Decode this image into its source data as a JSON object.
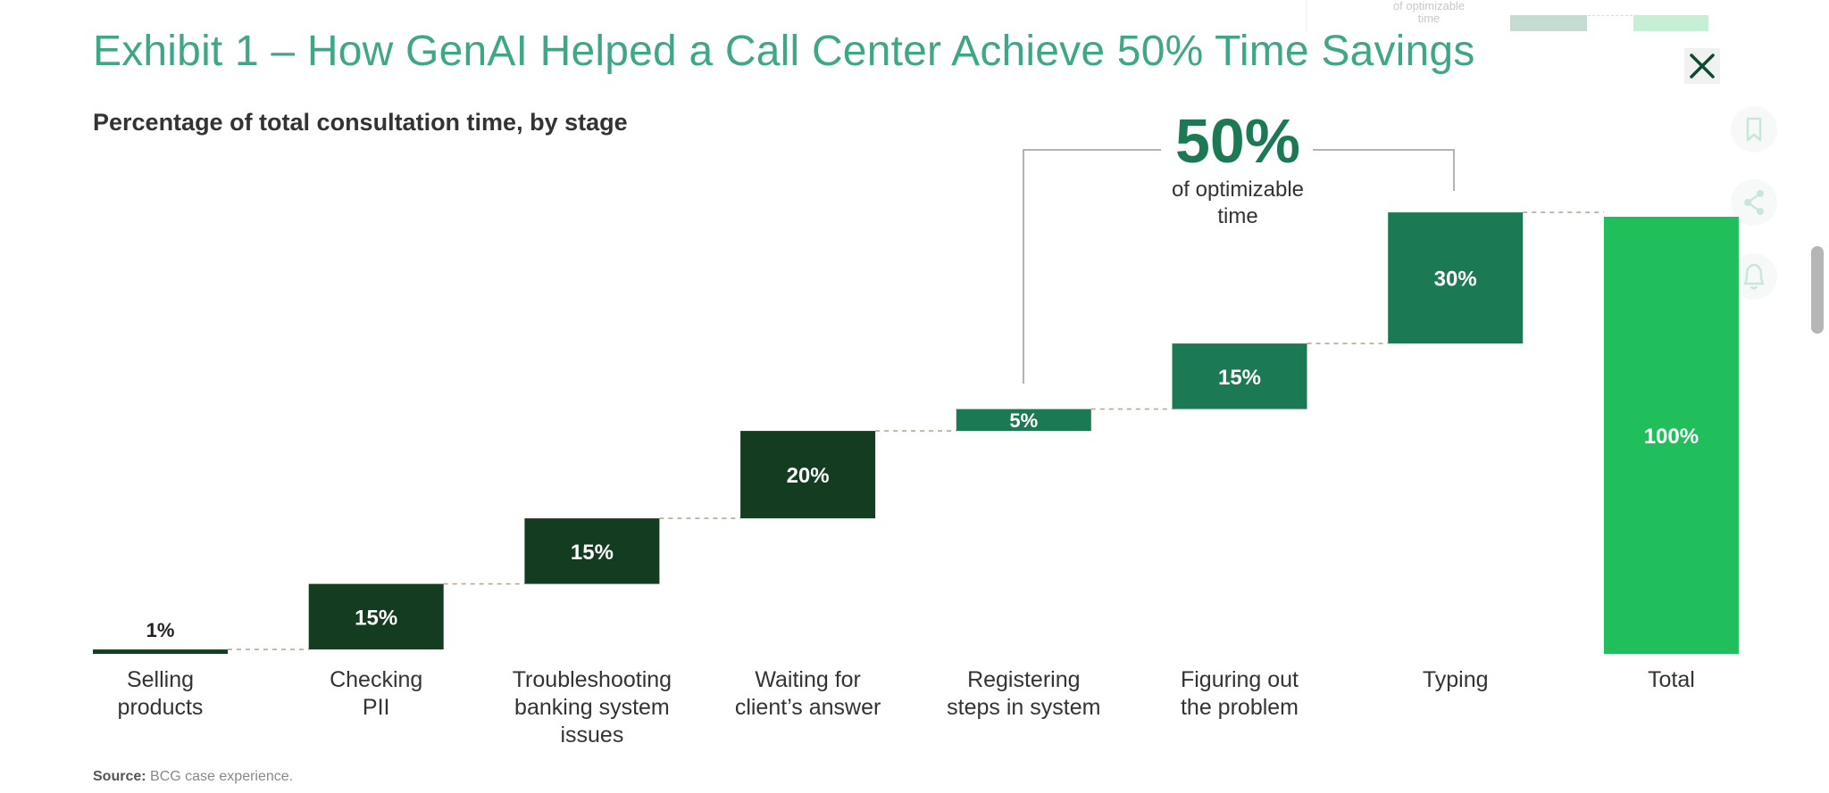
{
  "header": {
    "title": "Exhibit 1 – How GenAI Helped a Call Center Achieve 50% Time Savings",
    "subtitle": "Percentage of total consultation time, by stage"
  },
  "controls": {
    "close_icon": "close-icon",
    "side_icons": [
      "bookmark-icon",
      "share-icon",
      "bell-icon"
    ]
  },
  "callout": {
    "value": "50%",
    "label_line1": "of optimizable",
    "label_line2": "time"
  },
  "ghost_preview": {
    "label_line1": "of optimizable",
    "label_line2": "time"
  },
  "footer": {
    "source_label": "Source:",
    "source_text": "BCG case experience."
  },
  "colors": {
    "title": "#3fa688",
    "dark_green": "#133c20",
    "mid_green": "#1b7a54",
    "bright_green": "#21bf5b",
    "connector": "#b8a894"
  },
  "chart_data": {
    "type": "bar",
    "variant": "waterfall",
    "categories": [
      [
        "Selling",
        "products"
      ],
      [
        "Checking",
        "PII"
      ],
      [
        "Troubleshooting",
        "banking system",
        "issues"
      ],
      [
        "Waiting for",
        "client’s answer"
      ],
      [
        "Registering",
        "steps in system"
      ],
      [
        "Figuring out",
        "the problem"
      ],
      [
        "Typing"
      ],
      [
        "Total"
      ]
    ],
    "values": [
      1,
      15,
      15,
      20,
      5,
      15,
      30,
      100
    ],
    "data_labels": [
      "1%",
      "15%",
      "15%",
      "20%",
      "5%",
      "15%",
      "30%",
      "100%"
    ],
    "groups": [
      "dark",
      "dark",
      "dark",
      "dark",
      "mid",
      "mid",
      "mid",
      "total"
    ],
    "ylim": [
      0,
      101
    ],
    "grid": false,
    "legend": "none",
    "annotation": "50% of optimizable time (bracket over Registering steps in system, Figuring out the problem, Typing)"
  }
}
